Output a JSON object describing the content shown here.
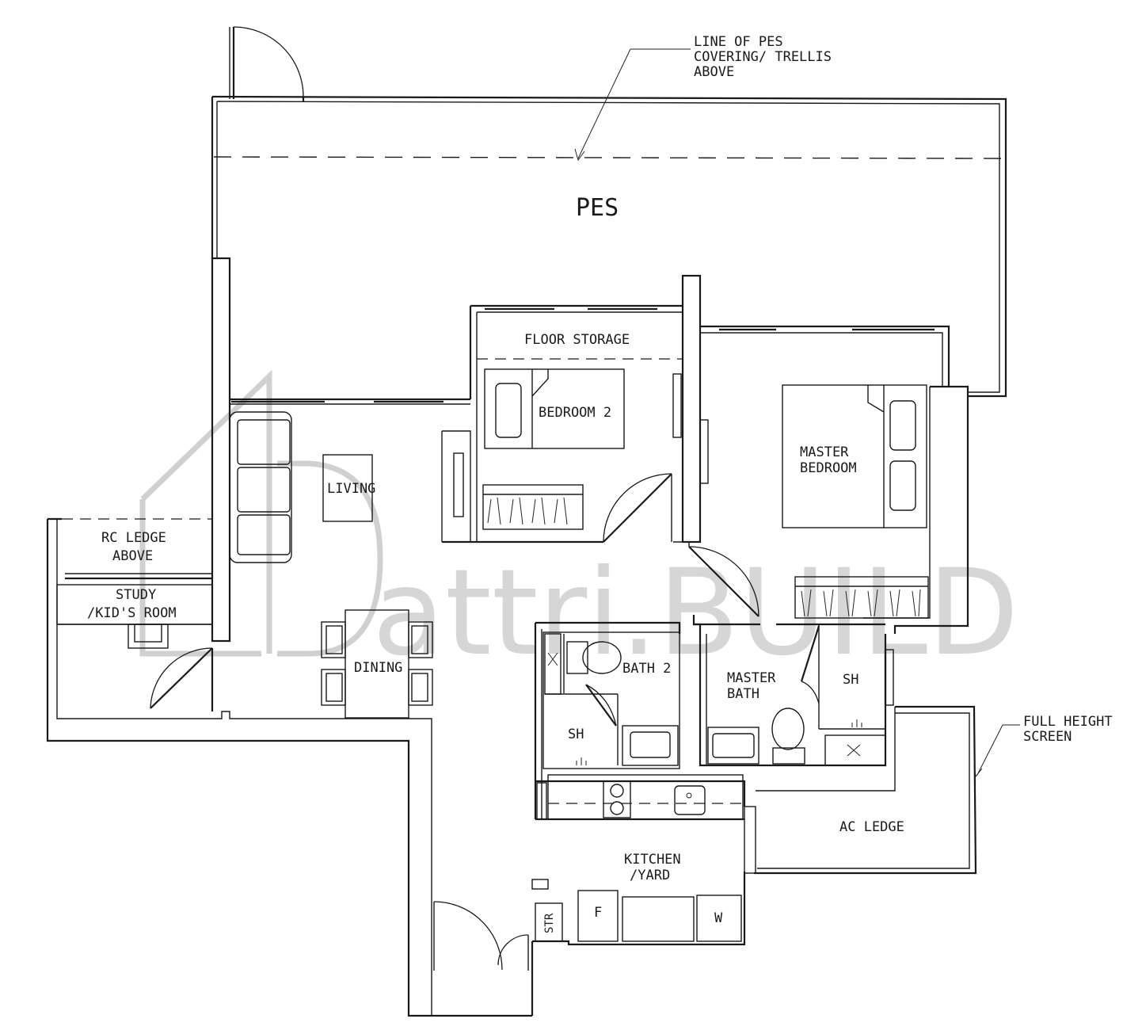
{
  "labels": {
    "pes": "PES",
    "trellis_line1": "LINE OF PES",
    "trellis_line2": "COVERING/ TRELLIS",
    "trellis_line3": "ABOVE",
    "floor_storage": "FLOOR STORAGE",
    "bedroom2": "BEDROOM 2",
    "master_bedroom_1": "MASTER",
    "master_bedroom_2": "BEDROOM",
    "living": "LIVING",
    "rc_ledge_1": "RC LEDGE",
    "rc_ledge_2": "ABOVE",
    "study_1": "STUDY",
    "study_2": "/KID'S ROOM",
    "dining": "DINING",
    "bath2": "BATH 2",
    "sh_bath2": "SH",
    "master_bath_1": "MASTER",
    "master_bath_2": "BATH",
    "sh_master": "SH",
    "full_height_1": "FULL HEIGHT",
    "full_height_2": "SCREEN",
    "ac_ledge": "AC LEDGE",
    "kitchen_1": "KITCHEN",
    "kitchen_2": "/YARD",
    "str": "STR",
    "fridge": "F",
    "washer": "W"
  },
  "watermark": {
    "text": "attri.BUILD"
  }
}
